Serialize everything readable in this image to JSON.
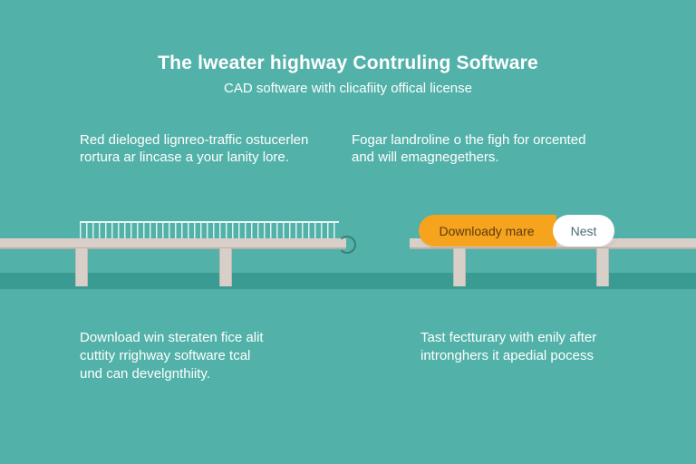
{
  "header": {
    "title": "The lweater highway Contruling Software",
    "subtitle": "CAD software with clicafiity offical license"
  },
  "features": {
    "top_left": [
      "Red dieloged lignreo-traffic ostucerlen",
      "rortura ar lincase a your lanity lore."
    ],
    "top_right": [
      "Fogar landroline o the figh for orcented",
      "and will emagnegethers."
    ],
    "bottom_left": [
      "Download win steraten fice alit",
      "cuttity rrighway software tcal",
      "und can develgnthiity."
    ],
    "bottom_right": [
      "Tast fectturary with enily after",
      "intronghers it apedial pocess"
    ]
  },
  "actions": {
    "primary_label": "Downloady mare",
    "secondary_label": "Nest"
  },
  "colors": {
    "background": "#52b2a9",
    "primary_button": "#f6a31e",
    "secondary_button": "#ffffff"
  }
}
